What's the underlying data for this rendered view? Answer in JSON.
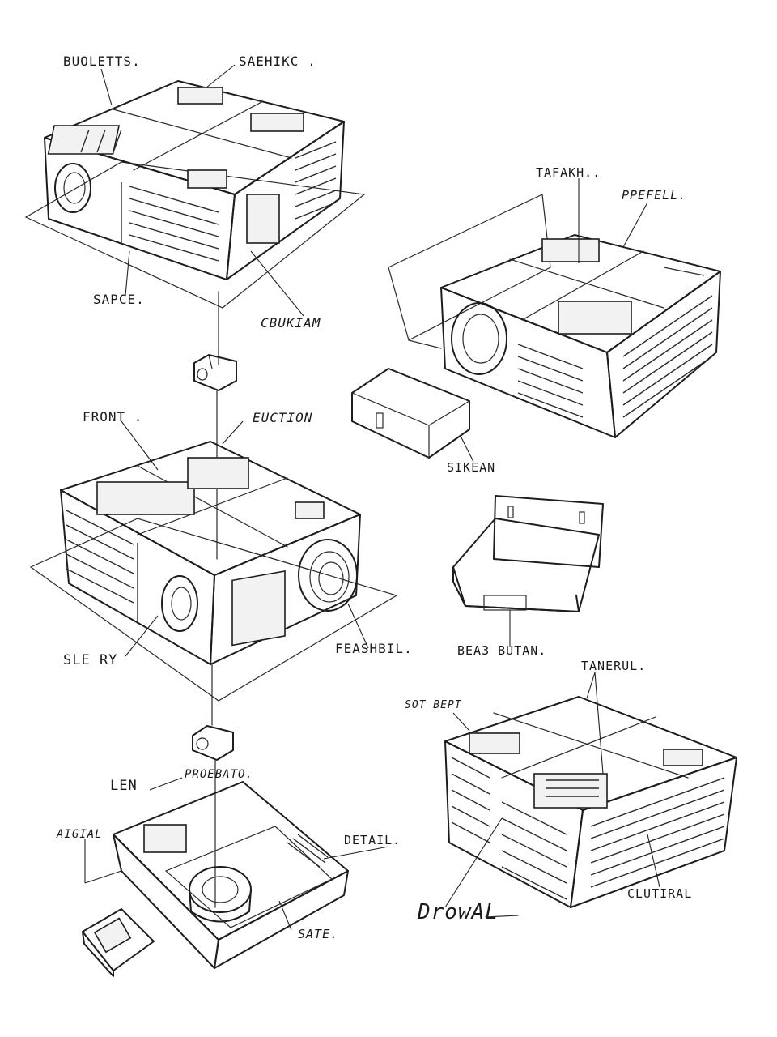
{
  "labels": {
    "bucletts": "BUOLETTS.",
    "saehikc": "SAEHIKC .",
    "sapce": "SAPCE.",
    "cbukiam": "CBUKIAM",
    "tafakh": "TAFAKH..",
    "ppefell": "PPEFELL.",
    "front": "FRONT .",
    "euction": "EUCTION",
    "sikean": "SIKEAN",
    "sleery": "SLE RY",
    "feashbil": "FEASHBIL.",
    "beasbutan": "BEA3 BUTAN.",
    "tanerul": "TANERUL.",
    "sotbept": "SOT BEPT",
    "len": "LEN",
    "proebato": "PROEBATO.",
    "aigial": "AIGIAL",
    "detail": "DETAIL.",
    "drowal": "DrowAL",
    "sate": "SATE.",
    "clutiral": "CLUTIRAL"
  }
}
